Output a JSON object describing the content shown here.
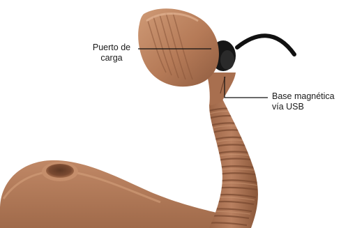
{
  "labels": {
    "charging_port": {
      "line1": "Puerto de",
      "line2": "carga"
    },
    "magnetic_base": {
      "line1": "Base magnética",
      "line2": "vía USB"
    }
  },
  "colors": {
    "body_main": "#b57a57",
    "body_shadow": "#8f5c40",
    "body_highlight": "#cf9a76",
    "cable": "#111111",
    "callout_line": "#111111",
    "text": "#1a1a1a",
    "background": "#ffffff"
  }
}
